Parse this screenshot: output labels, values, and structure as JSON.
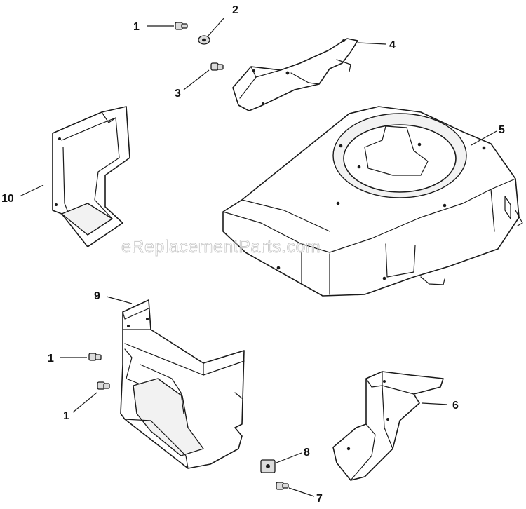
{
  "watermark": "eReplacementParts.com",
  "callouts": [
    {
      "id": "c1a",
      "label": "1"
    },
    {
      "id": "c2",
      "label": "2"
    },
    {
      "id": "c3",
      "label": "3"
    },
    {
      "id": "c4",
      "label": "4"
    },
    {
      "id": "c5",
      "label": "5"
    },
    {
      "id": "c10",
      "label": "10"
    },
    {
      "id": "c9",
      "label": "9"
    },
    {
      "id": "c1b",
      "label": "1"
    },
    {
      "id": "c1c",
      "label": "1"
    },
    {
      "id": "c6",
      "label": "6"
    },
    {
      "id": "c8",
      "label": "8"
    },
    {
      "id": "c7",
      "label": "7"
    }
  ],
  "colors": {
    "line": "#1a1a1a",
    "watermark": "#c9c9c9",
    "background": "#ffffff"
  }
}
